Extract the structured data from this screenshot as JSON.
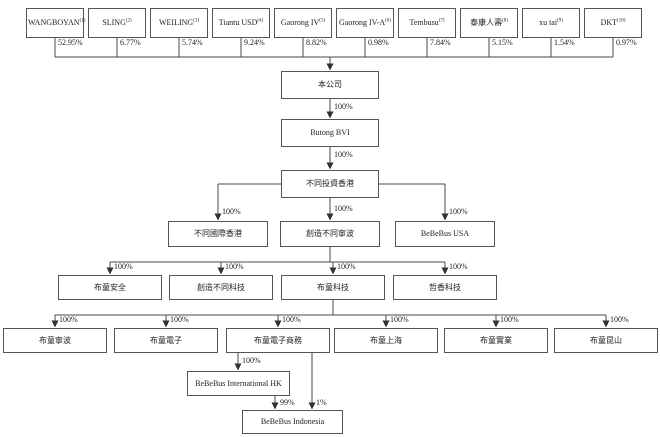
{
  "shareholders": [
    {
      "name": "WANGBOYAN",
      "note": "(1)",
      "pct": "52.95%"
    },
    {
      "name": "SLING",
      "note": "(2)",
      "pct": "6.77%"
    },
    {
      "name": "WEILING",
      "note": "(3)",
      "pct": "5.74%"
    },
    {
      "name": "Tiantu USD",
      "note": "(4)",
      "pct": "9.24%"
    },
    {
      "name": "Gaorong IV",
      "note": "(5)",
      "pct": "8.82%"
    },
    {
      "name": "Gaorong IV-A",
      "note": "(6)",
      "pct": "0.98%"
    },
    {
      "name": "Tembusu",
      "note": "(7)",
      "pct": "7.84%"
    },
    {
      "name": "泰康人壽",
      "note": "(8)",
      "pct": "5.15%"
    },
    {
      "name": "xu tai",
      "note": "(9)",
      "pct": "1.54%"
    },
    {
      "name": "DKT",
      "note": "(10)",
      "pct": "0.97%"
    }
  ],
  "nodes": {
    "company": "本公司",
    "butong_bvi": "Butong BVI",
    "butong_invest_hk": "不同投資香港",
    "butong_intl_hk": "不同國際香港",
    "create_different_ningbo": "創造不同寧波",
    "bebebus_usa": "BeBeBus USA",
    "butong_safety": "布童安全",
    "create_different_tech": "創造不同科技",
    "butong_tech": "布童科技",
    "zhexiang_tech": "哲香科技",
    "butong_ningbo": "布童寧波",
    "butong_electronics": "布童電子",
    "butong_ecommerce": "布童電子商務",
    "butong_shanghai": "布童上海",
    "butong_industrial": "布童實業",
    "butong_kunshan": "布童昆山",
    "bebebus_international_hk": "BeBeBus International HK",
    "bebebus_indonesia": "BeBeBus Indonesia"
  },
  "labels": {
    "pct100": "100%",
    "pct99": "99%",
    "pct1": "1%"
  },
  "colors": {
    "line": "#4a4a4a",
    "border": "#555555",
    "text": "#222222",
    "background": "#ffffff"
  }
}
